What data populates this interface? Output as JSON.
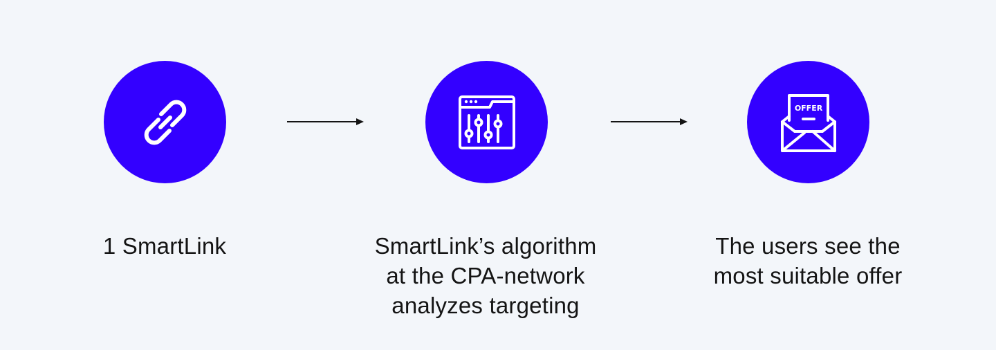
{
  "colors": {
    "background": "#f3f6fa",
    "accent": "#3300ff",
    "icon": "#ffffff",
    "text": "#141414",
    "arrow": "#141414"
  },
  "steps": [
    {
      "icon": "link-icon",
      "caption_lines": [
        "1 SmartLink"
      ]
    },
    {
      "icon": "algorithm-settings-icon",
      "caption_lines": [
        "SmartLink’s algorithm",
        "at the CPA-network",
        "analyzes targeting"
      ]
    },
    {
      "icon": "offer-envelope-icon",
      "icon_text": "OFFER",
      "caption_lines": [
        "The users see the",
        "most suitable offer"
      ]
    }
  ]
}
